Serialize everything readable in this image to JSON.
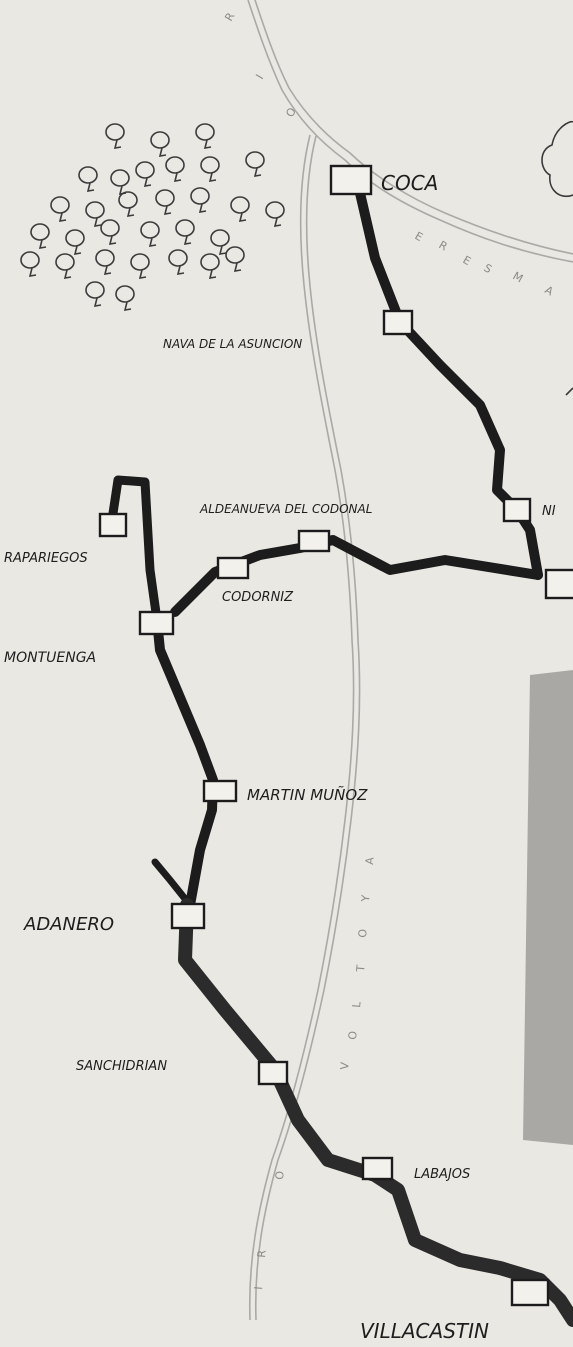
{
  "map": {
    "colors": {
      "paper": "#e9e8e3",
      "route": "#1c1c1c",
      "river": "#a9a9a6",
      "grey_band": "#a9a8a4",
      "station_fill": "#f2f1ec"
    },
    "rivers": [
      {
        "name": "RIO ERESMA",
        "letters": [
          "R",
          "I",
          "O",
          "E",
          "R",
          "E",
          "S",
          "M",
          "A"
        ]
      },
      {
        "name": "RIO VOLTOYA",
        "letters": [
          "V",
          "O",
          "L",
          "T",
          "O",
          "Y",
          "A",
          "O",
          "I",
          "R"
        ]
      }
    ],
    "stations": [
      {
        "id": "coca",
        "name": "COCA"
      },
      {
        "id": "nava",
        "name": "NAVA DE LA ASUNCION"
      },
      {
        "id": "nieva",
        "name": "NI"
      },
      {
        "id": "aldeanueva",
        "name": "ALDEANUEVA DEL CODONAL"
      },
      {
        "id": "codorniz",
        "name": "CODORNIZ"
      },
      {
        "id": "rapariegos",
        "name": "RAPARIEGOS"
      },
      {
        "id": "montuenga",
        "name": "MONTUENGA"
      },
      {
        "id": "martin",
        "name": "MARTIN MUÑOZ"
      },
      {
        "id": "adanero",
        "name": "ADANERO"
      },
      {
        "id": "sanchidrian",
        "name": "SANCHIDRIAN"
      },
      {
        "id": "labajos",
        "name": "LABAJOS"
      },
      {
        "id": "villacastin",
        "name": "VILLACASTIN"
      }
    ],
    "icons": [
      "forest-icon",
      "cloud-outline-icon",
      "station-square-icon"
    ]
  }
}
